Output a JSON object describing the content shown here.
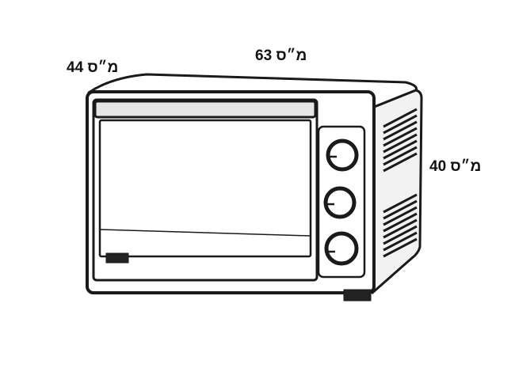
{
  "dimensions": {
    "width_label": "63 ס״מ",
    "depth_label": "44 ס״מ",
    "height_label": "40 ס״מ"
  },
  "colors": {
    "line": "#1a1a1a",
    "fill": "#ffffff",
    "shade": "#e6e6e6"
  }
}
